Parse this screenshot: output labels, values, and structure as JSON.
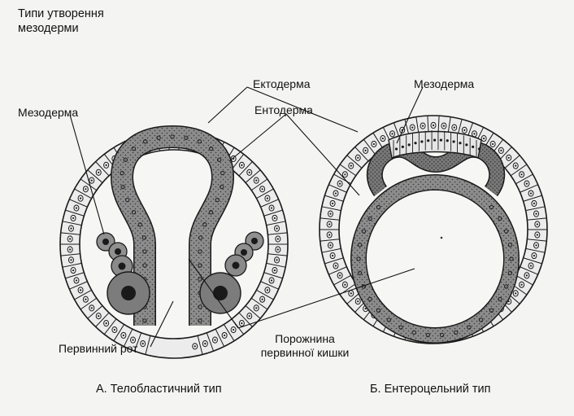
{
  "heading": {
    "line1": "Типи утворення",
    "line2": "мезодерми"
  },
  "labels": {
    "ectoderm": "Ектодерма",
    "endoderm": "Ентодерма",
    "mesoderm_left": "Мезодерма",
    "mesoderm_right": "Мезодерма",
    "primary_mouth": "Первинний рот",
    "gut_cavity_line1": "Порожнина",
    "gut_cavity_line2": "первинної кишки"
  },
  "captions": {
    "left": "А. Телобластичний тип",
    "right": "Б. Ентероцельний тип"
  },
  "colors": {
    "ectoderm_fill": "#ececec",
    "endoderm_fill": "#8a8a8a",
    "mesoderm_fill": "#7a7a7a",
    "outline": "#1a1a1a",
    "background": "#f4f4f2"
  }
}
